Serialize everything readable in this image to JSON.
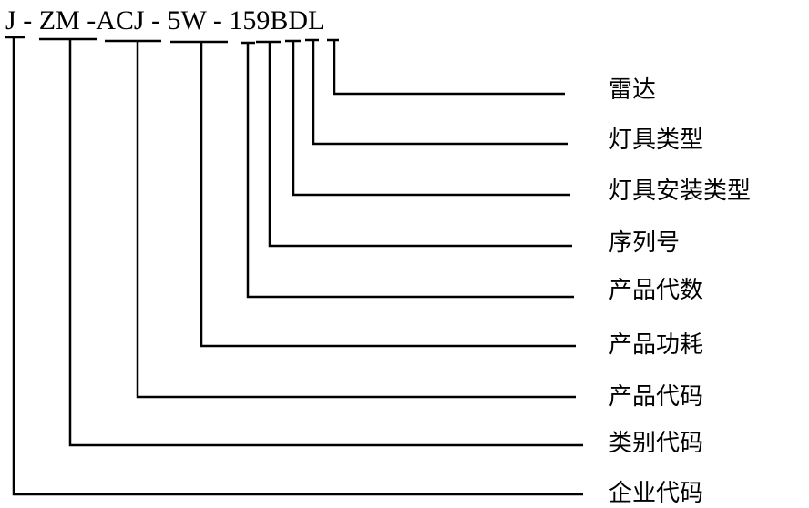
{
  "code": {
    "parts": [
      "J",
      " - ",
      "ZM",
      " -",
      "ACJ",
      " - ",
      "5W",
      " - ",
      "1",
      "59",
      "B",
      "D",
      "L"
    ]
  },
  "labels": [
    "雷达",
    "灯具类型",
    "灯具安装类型",
    "序列号",
    "产品代数",
    "产品功耗",
    "产品代码",
    "类别代码",
    "企业代码"
  ],
  "colors": {
    "line": "#000000",
    "text": "#000000"
  }
}
